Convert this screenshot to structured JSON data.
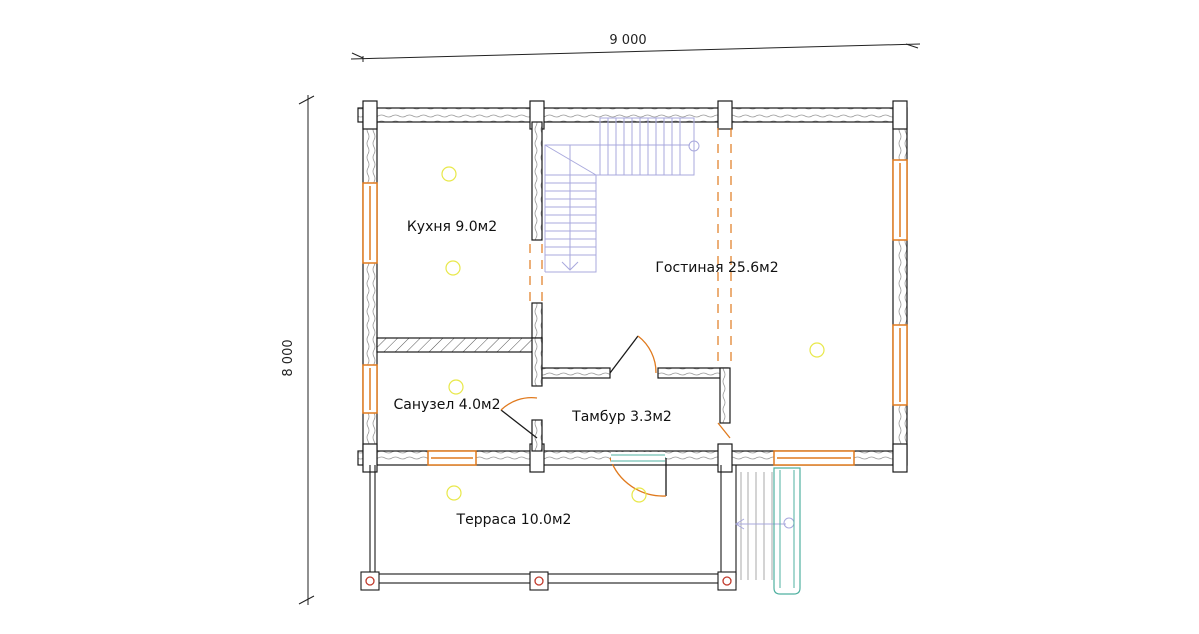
{
  "dimensions": {
    "width": "9 000",
    "height": "8 000"
  },
  "rooms": [
    {
      "id": "kitchen",
      "label": "Кухня 9.0м2"
    },
    {
      "id": "living",
      "label": "Гостиная 25.6м2"
    },
    {
      "id": "bathroom",
      "label": "Санузел 4.0м2"
    },
    {
      "id": "vestibule",
      "label": "Тамбур 3.3м2"
    },
    {
      "id": "terrace",
      "label": "Терраса 10.0м2"
    }
  ],
  "colors": {
    "wall": "#1a1a1a",
    "log_hatch": "#8a8a8a",
    "window_frame": "#e07a1e",
    "door_swing": "#e07a1e",
    "stairs": "#a9a9dd",
    "light_fixture": "#e8e84a",
    "post_marker": "#c0392b",
    "porch_rail": "#4fb0a0"
  }
}
